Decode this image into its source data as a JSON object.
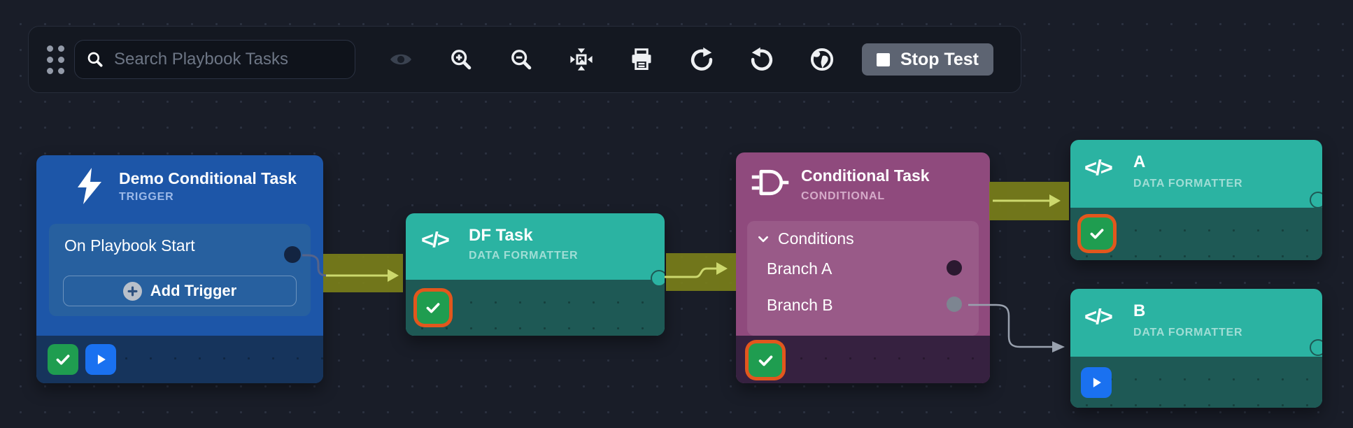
{
  "toolbar": {
    "search": {
      "placeholder": "Search Playbook Tasks"
    },
    "stop_test_label": "Stop Test",
    "icon_names": [
      "drag-handle",
      "search",
      "preview-eye",
      "zoom-in",
      "zoom-out",
      "fit-to-screen",
      "print",
      "redo",
      "undo",
      "globe"
    ]
  },
  "nodes": {
    "trigger": {
      "title": "Demo Conditional Task",
      "type_label": "TRIGGER",
      "start_row_label": "On Playbook Start",
      "add_trigger_label": "Add Trigger"
    },
    "df_task": {
      "title": "DF Task",
      "type_label": "DATA FORMATTER"
    },
    "conditional": {
      "title": "Conditional Task",
      "type_label": "CONDITIONAL",
      "conditions_label": "Conditions",
      "branches": {
        "a": "Branch A",
        "b": "Branch B"
      }
    },
    "node_a": {
      "title": "A",
      "type_label": "DATA FORMATTER"
    },
    "node_b": {
      "title": "B",
      "type_label": "DATA FORMATTER"
    }
  },
  "colors": {
    "canvas_bg": "#191d28",
    "trigger_node": "#1d56a8",
    "formatter_node": "#2bb3a2",
    "conditional_node": "#8f4a7d",
    "executed_path_olive": "#7b8119",
    "success_green": "#1f9d50",
    "selected_ring_orange": "#e2571d",
    "play_blue": "#1a71f0"
  }
}
